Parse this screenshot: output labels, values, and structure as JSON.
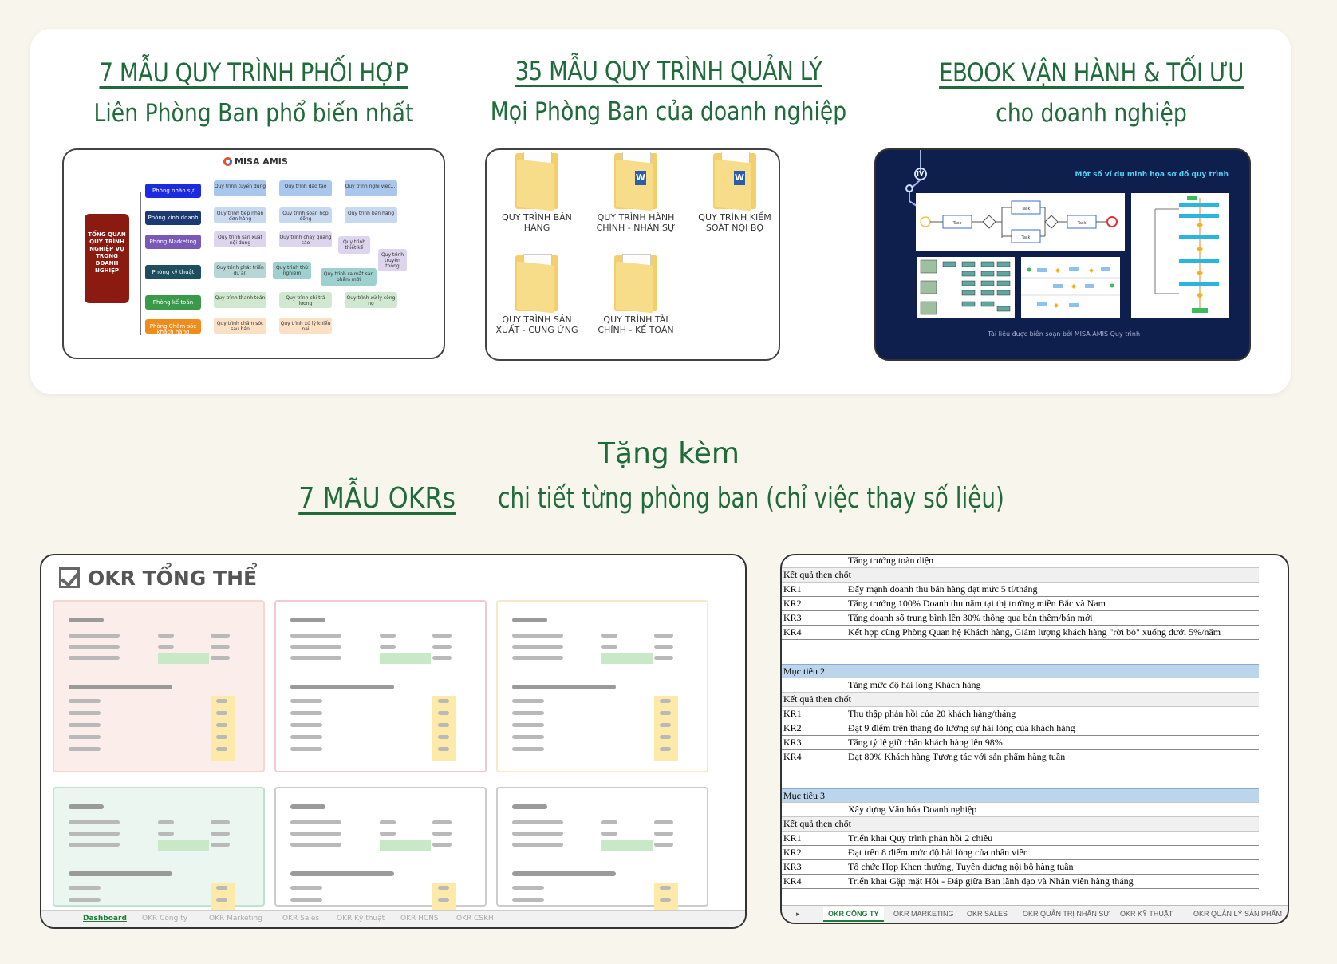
{
  "offers": [
    {
      "title": "7 MẪU QUY TRÌNH PHỐI HỢP",
      "subtitle": "Liên Phòng Ban phổ biến nhất"
    },
    {
      "title": "35 MẪU QUY TRÌNH QUẢN LÝ",
      "subtitle": "Mọi Phòng Ban của doanh nghiệp"
    },
    {
      "title": "EBOOK VẬN HÀNH & TỐI ƯU",
      "subtitle": "cho doanh nghiệp"
    }
  ],
  "org_chart": {
    "logo": "MISA AMIS",
    "root": "TỔNG QUAN QUY TRÌNH NGHIỆP VỤ TRONG DOANH NGHIỆP",
    "departments": [
      "Phòng nhân sự",
      "Phòng kinh doanh",
      "Phòng Marketing",
      "Phòng kỹ thuật",
      "Phòng kế toán",
      "Phòng Chăm sóc khách hàng"
    ],
    "processes": [
      [
        "Quy trình tuyển dụng",
        "Quy trình đào tạo",
        "Quy trình nghỉ việc,..."
      ],
      [
        "Quy trình tiếp nhận đơn hàng",
        "Quy trình soạn hợp đồng",
        "Quy trình bán hàng"
      ],
      [
        "Quy trình sản xuất nội dung",
        "Quy trình chạy quảng cáo",
        "Quy trình thiết kế",
        "Quy trình truyền thông"
      ],
      [
        "Quy trình phát triển dự án",
        "Quy trình thử nghiệm",
        "Quy trình ra mắt sản phẩm mới"
      ],
      [
        "Quy trình thanh toán",
        "Quy trình chi trả lương",
        "Quy trình xử lý công nợ"
      ],
      [
        "Quy trình chăm sóc sau bán",
        "Quy trình xử lý khiếu nại"
      ]
    ]
  },
  "folders": [
    "QUY TRÌNH BÁN HÀNG",
    "QUY TRÌNH HÀNH CHÍNH - NHÂN SỰ",
    "QUY TRÌNH KIỂM SOÁT NỘI BỘ",
    "QUY TRÌNH SẢN XUẤT - CUNG ỨNG",
    "QUY TRÌNH TÀI CHÍNH - KẾ TOÁN"
  ],
  "ebook": {
    "badge": "IV",
    "title": "Một số ví dụ minh họa sơ đồ quy trình",
    "footer": "Tài liệu được biên soạn bởi MISA AMIS Quy trình",
    "task_label": "Task"
  },
  "bonus": {
    "title": "Tặng kèm",
    "link": "7 MẪU OKRs",
    "rest": " chi tiết từng phòng ban (chỉ việc thay số liệu)"
  },
  "okr_dashboard": {
    "title": "OKR TỔNG THỂ",
    "tabs": [
      "Dashboard",
      "OKR Công ty",
      "OKR Marketing",
      "OKR Sales",
      "OKR Kỹ thuật",
      "OKR HCNS",
      "OKR CSKH"
    ],
    "colors": {
      "card1": "#fbeeea",
      "card4": "#eaf6ef"
    }
  },
  "kr_sheet": {
    "rows": [
      {
        "type": "goal-text",
        "c1": "",
        "c2": "Tăng trưởng toàn diện"
      },
      {
        "type": "kh",
        "c1": "Kết quả then chốt",
        "c2": ""
      },
      {
        "type": "kr",
        "c1": "KR1",
        "c2": "Đẩy mạnh doanh thu bán hàng đạt mức 5 tỉ/tháng"
      },
      {
        "type": "kr",
        "c1": "KR2",
        "c2": "Tăng trưởng 100% Doanh thu năm tại thị trường miền Bắc và Nam"
      },
      {
        "type": "kr",
        "c1": "KR3",
        "c2": "Tăng doanh số trung bình lên 30% thông qua bán thêm/bán mới"
      },
      {
        "type": "kr",
        "c1": "KR4",
        "c2": "Kết hợp cùng Phòng Quan hệ Khách hàng, Giảm lượng khách hàng \"rời bỏ\" xuống dưới 5%/năm"
      },
      {
        "type": "goal",
        "c1": "Mục tiêu 2",
        "c2": ""
      },
      {
        "type": "goal-text",
        "c1": "",
        "c2": "Tăng mức độ hài lòng Khách hàng"
      },
      {
        "type": "kh",
        "c1": "Kết quả then chốt",
        "c2": ""
      },
      {
        "type": "kr",
        "c1": "KR1",
        "c2": "Thu thập phản hồi của 20 khách hàng/tháng"
      },
      {
        "type": "kr",
        "c1": "KR2",
        "c2": "Đạt 9 điểm trên thang đo lường sự hài lòng của khách hàng"
      },
      {
        "type": "kr",
        "c1": "KR3",
        "c2": "Tăng tỷ lệ giữ chân khách hàng lên 98%"
      },
      {
        "type": "kr",
        "c1": "KR4",
        "c2": "Đạt 80% Khách hàng Tương tác với sản phẩm hàng tuần"
      },
      {
        "type": "goal",
        "c1": "Mục tiêu 3",
        "c2": ""
      },
      {
        "type": "goal-text",
        "c1": "",
        "c2": "Xây dựng Văn hóa Doanh nghiệp"
      },
      {
        "type": "kh",
        "c1": "Kết quả then chốt",
        "c2": ""
      },
      {
        "type": "kr",
        "c1": "KR1",
        "c2": "Triển khai Quy trình phản hồi 2 chiều"
      },
      {
        "type": "kr",
        "c1": "KR2",
        "c2": "Đạt trên 8 điểm mức độ hài lòng của nhân viên"
      },
      {
        "type": "kr",
        "c1": "KR3",
        "c2": "Tổ chức Họp Khen thưởng, Tuyên dương nội bộ hàng tuần"
      },
      {
        "type": "kr",
        "c1": "KR4",
        "c2": "Triển khai Gặp mặt Hỏi - Đáp giữa Ban lãnh đạo và Nhân viên hàng tháng"
      }
    ],
    "tabs": [
      "OKR CÔNG TY",
      "OKR MARKETING",
      "OKR SALES",
      "OKR QUẢN TRỊ NHÂN SỰ",
      "OKR KỸ THUẬT",
      "OKR QUẢN LÝ SẢN PHẨM"
    ]
  }
}
